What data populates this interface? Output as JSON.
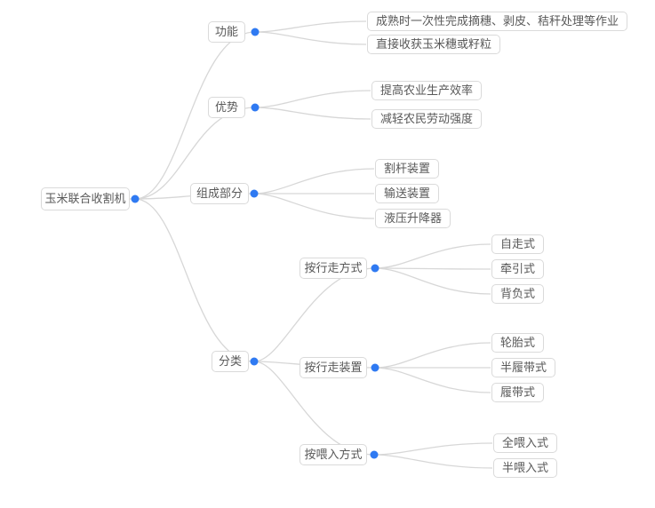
{
  "tree": {
    "label": "玉米联合收割机",
    "children": [
      {
        "label": "功能",
        "children": [
          {
            "label": "成熟时一次性完成摘穗、剥皮、秸秆处理等作业"
          },
          {
            "label": "直接收获玉米穗或籽粒"
          }
        ]
      },
      {
        "label": "优势",
        "children": [
          {
            "label": "提高农业生产效率"
          },
          {
            "label": "减轻农民劳动强度"
          }
        ]
      },
      {
        "label": "组成部分",
        "children": [
          {
            "label": "割杆装置"
          },
          {
            "label": "输送装置"
          },
          {
            "label": "液压升降器"
          }
        ]
      },
      {
        "label": "分类",
        "children": [
          {
            "label": "按行走方式",
            "children": [
              {
                "label": "自走式"
              },
              {
                "label": "牵引式"
              },
              {
                "label": "背负式"
              }
            ]
          },
          {
            "label": "按行走装置",
            "children": [
              {
                "label": "轮胎式"
              },
              {
                "label": "半履带式"
              },
              {
                "label": "履带式"
              }
            ]
          },
          {
            "label": "按喂入方式",
            "children": [
              {
                "label": "全喂入式"
              },
              {
                "label": "半喂入式"
              }
            ]
          }
        ]
      }
    ]
  },
  "colors": {
    "dot": "#2f7af2",
    "line": "#d7d7d7",
    "node_border": "#dadada",
    "node_background": "#ffffff",
    "node_text": "#595959",
    "canvas_background": "#ffffff"
  }
}
